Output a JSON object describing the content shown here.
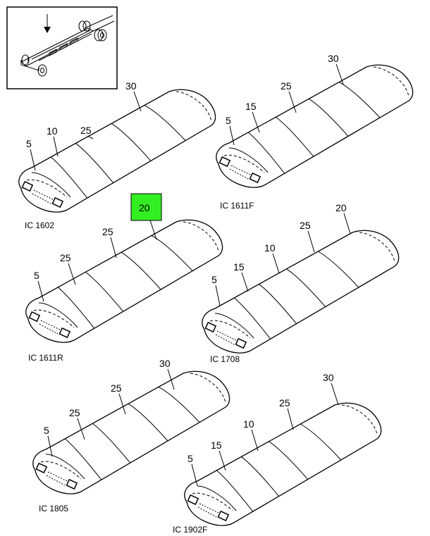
{
  "locator_inset": {
    "icon": "chassis-locator-arrow-icon"
  },
  "highlight_color": "#33ee22",
  "groups": [
    {
      "caption": "IC 1602",
      "callouts": [
        "5",
        "10",
        "25",
        "30"
      ]
    },
    {
      "caption": "IC 1611F",
      "callouts": [
        "5",
        "15",
        "25",
        "30"
      ]
    },
    {
      "caption": "IC 1611R",
      "callouts": [
        "5",
        "25",
        "25",
        "20"
      ],
      "highlighted_callout": "20"
    },
    {
      "caption": "IC 1708",
      "callouts": [
        "5",
        "15",
        "10",
        "25",
        "20"
      ]
    },
    {
      "caption": "IC 1805",
      "callouts": [
        "5",
        "25",
        "25",
        "30"
      ]
    },
    {
      "caption": "IC 1902F",
      "callouts": [
        "5",
        "15",
        "10",
        "25",
        "30"
      ]
    }
  ]
}
